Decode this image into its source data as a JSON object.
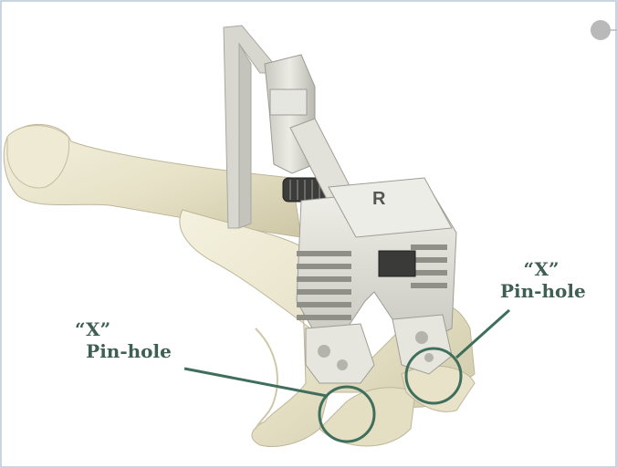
{
  "annotations": {
    "right": {
      "quote": "“X”",
      "label": "Pin-hole"
    },
    "left": {
      "quote": "“X”",
      "label": "Pin-hole"
    }
  },
  "instrument": {
    "side_marker": "R"
  },
  "colors": {
    "frame_border": "#b8c7d8",
    "callout_line": "#3f6f5c",
    "callout_circle": "#3f6f5c",
    "bone": "#e9e5cf",
    "instrument": "#dcdcd4",
    "corner_dot": "#b9b9b9"
  },
  "icons": {
    "corner": "page-dot-icon"
  }
}
